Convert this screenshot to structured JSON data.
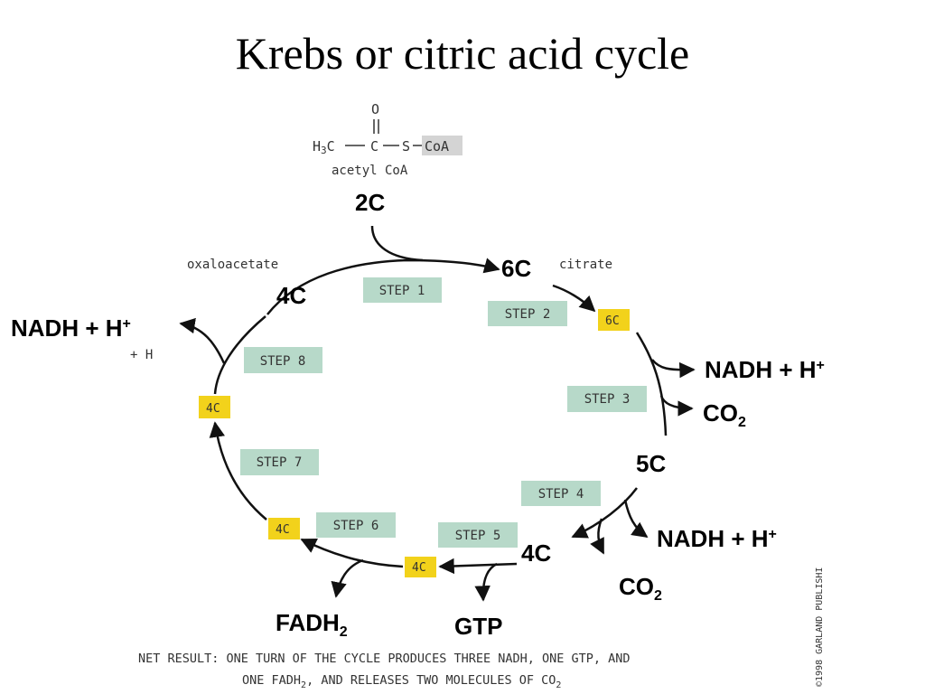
{
  "title": "Krebs or citric acid cycle",
  "acetyl_coa": {
    "oxygen": "O",
    "h3c": "H",
    "h3c_sub": "3",
    "c_left": "C",
    "carbon": "C",
    "sulfur": "S",
    "coa": "CoA",
    "name": "acetyl CoA",
    "carbons": "2C"
  },
  "metabolites": {
    "oxaloacetate": "oxaloacetate",
    "citrate": "citrate",
    "oxaloacetate_carbons": "4C",
    "citrate_carbons": "6C",
    "five_c": "5C",
    "four_c": "4C",
    "hplus_small": "+ H"
  },
  "boxes": {
    "six_c": "6C",
    "four_c_left": "4C",
    "four_c_bottom_left": "4C",
    "four_c_bottom": "4C"
  },
  "steps": [
    "STEP 1",
    "STEP 2",
    "STEP 3",
    "STEP 4",
    "STEP 5",
    "STEP 6",
    "STEP 7",
    "STEP 8"
  ],
  "products": {
    "nadh_left": "NADH + H",
    "nadh_step3": "NADH + H",
    "co2_step3": "CO",
    "nadh_step4": "NADH + H",
    "co2_step4": "CO",
    "fadh2": "FADH",
    "gtp": "GTP",
    "plus": "+",
    "sub2": "2"
  },
  "net_result": {
    "line1": "NET RESULT:  ONE TURN OF THE CYCLE PRODUCES THREE NADH, ONE GTP, AND",
    "line2_a": "ONE FADH",
    "line2_b": ", AND RELEASES TWO MOLECULES OF CO",
    "sub2": "2"
  },
  "copyright": "©1998 GARLAND PUBLISHI",
  "colors": {
    "step_box": "#b7d9c9",
    "yellow_box": "#f2d21b",
    "coa_box": "#d4d4d4",
    "arrow": "#111111",
    "small_text": "#333333"
  }
}
